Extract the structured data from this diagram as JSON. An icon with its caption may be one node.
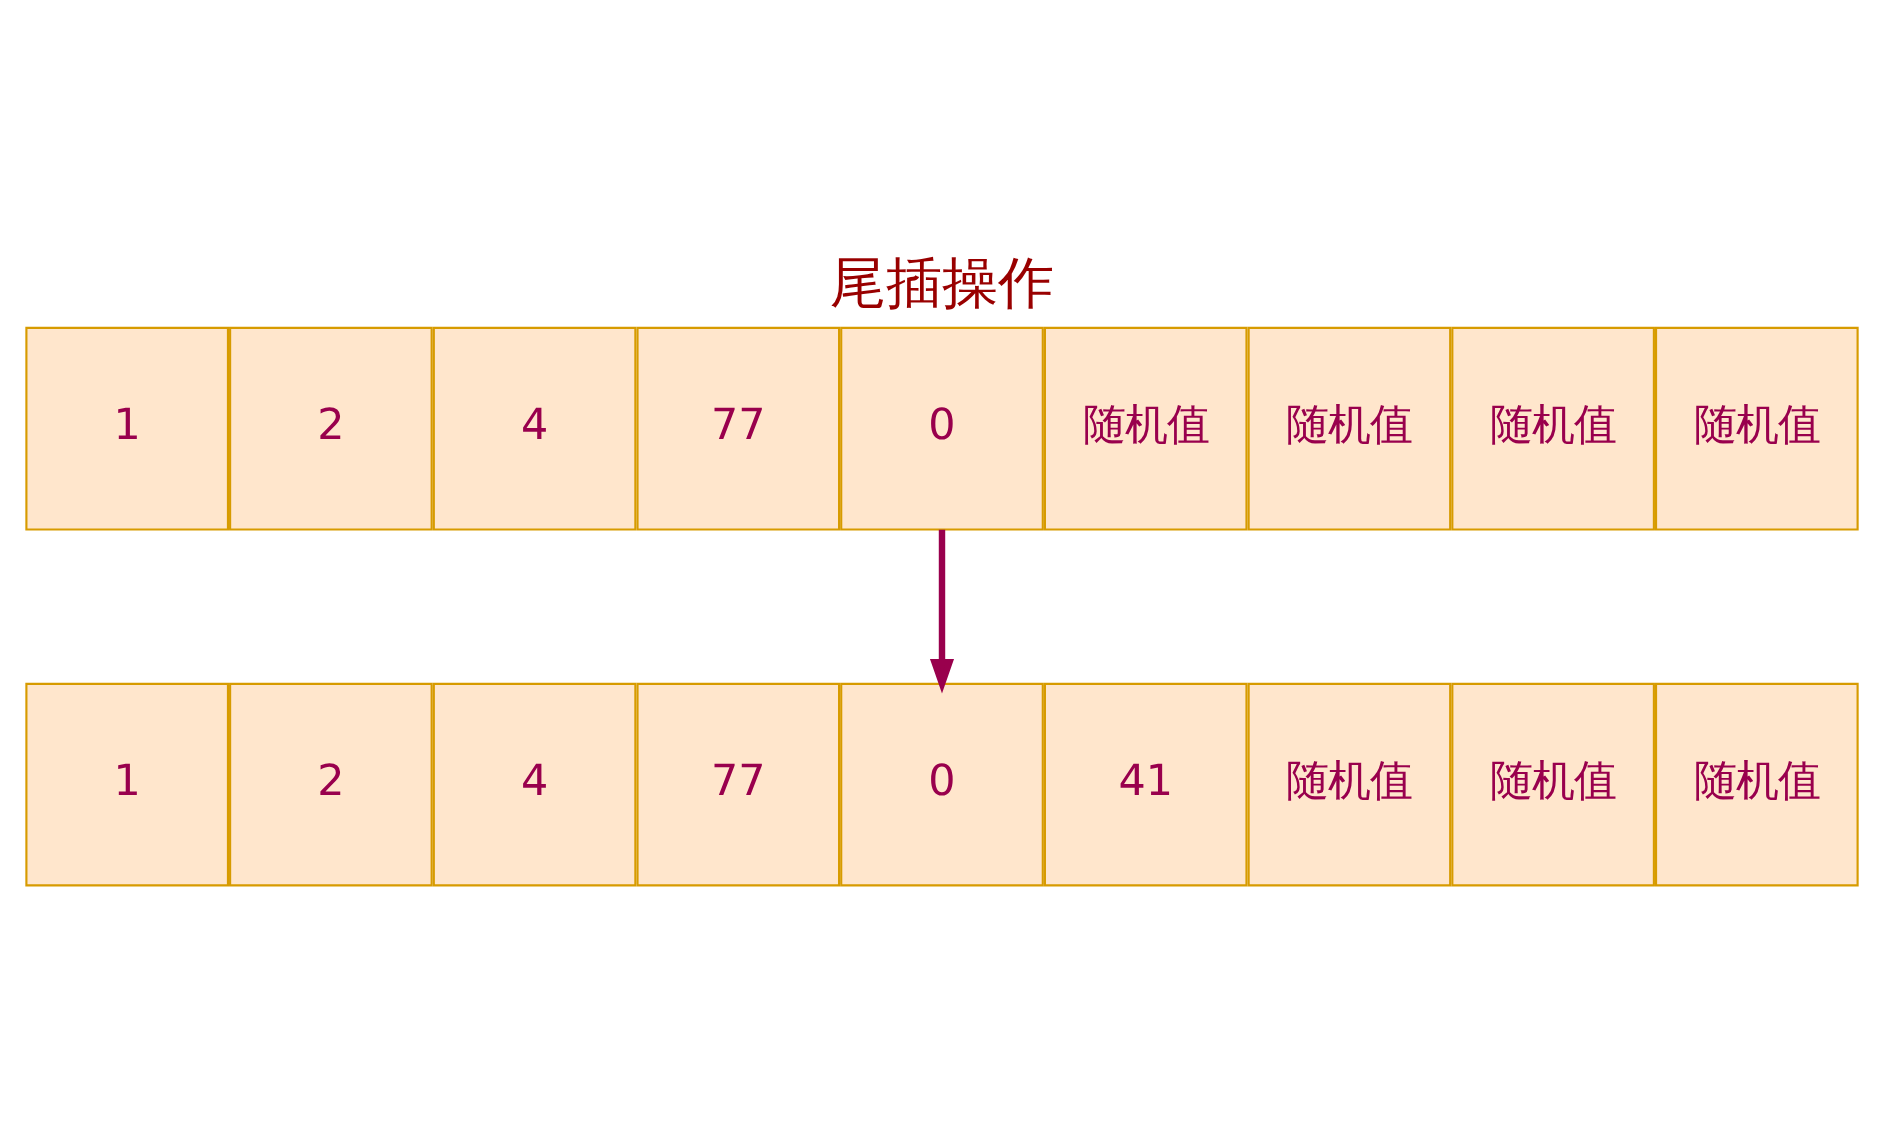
{
  "diagram": {
    "title": "尾插操作",
    "nodes": [
      {
        "text": [
          "1"
        ]
      },
      {
        "text": [
          "2"
        ]
      },
      {
        "text": [
          "4"
        ]
      },
      {
        "text": [
          "77"
        ]
      },
      {
        "text": [
          "0"
        ]
      },
      {
        "text": [
          "随机值"
        ]
      },
      {
        "text": [
          "随机值"
        ]
      },
      {
        "text": [
          "随机值"
        ]
      },
      {
        "text": [
          "随机值"
        ]
      },
      {
        "text": [
          "1"
        ]
      },
      {
        "text": [
          "2"
        ]
      },
      {
        "text": [
          "4"
        ]
      },
      {
        "text": [
          "77"
        ]
      },
      {
        "text": [
          "0"
        ]
      },
      {
        "text": [
          "41"
        ]
      },
      {
        "text": [
          "随机值"
        ]
      },
      {
        "text": [
          "随机值"
        ]
      },
      {
        "text": [
          "随机值"
        ]
      }
    ],
    "edges": [
      {
        "from": 4,
        "to": 13,
        "arrow": "to",
        "color": "#99004d"
      }
    ]
  }
}
